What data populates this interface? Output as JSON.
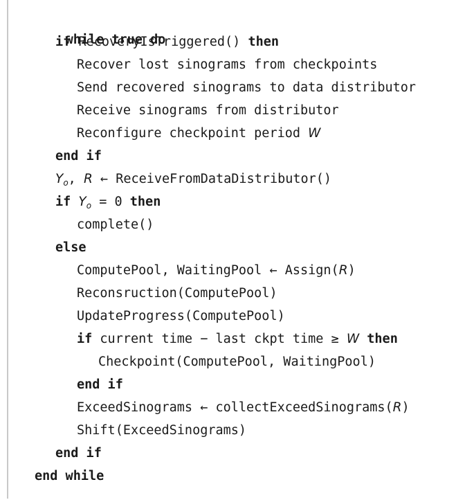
{
  "algorithm": {
    "l1": {
      "kw1": "while true do"
    },
    "l2": {
      "kw1": "if",
      "text": " RecoveryIsTriggered() ",
      "kw2": "then"
    },
    "l3": {
      "text": "Recover lost sinograms from checkpoints"
    },
    "l4": {
      "text": "Send recovered sinograms to data distributor"
    },
    "l5": {
      "text": "Receive sinograms from distributor"
    },
    "l6": {
      "text": "Reconfigure checkpoint period ",
      "var": "W"
    },
    "l7": {
      "kw1": "end if"
    },
    "l8": {
      "var1": "Y",
      "sub": "o",
      "sep": ", ",
      "var2": "R",
      "text": " ← ReceiveFromDataDistributor()"
    },
    "l9": {
      "kw1": "if",
      "pre": " ",
      "var": "Y",
      "sub": "o",
      "text": " = 0 ",
      "kw2": "then"
    },
    "l10": {
      "text": "complete()"
    },
    "l11": {
      "kw1": "else"
    },
    "l12": {
      "text": "ComputePool, WaitingPool ← Assign(",
      "var": "R",
      "close": ")"
    },
    "l13": {
      "text": "Reconsruction(ComputePool)"
    },
    "l14": {
      "text": "UpdateProgress(ComputePool)"
    },
    "l15": {
      "kw1": "if",
      "text": " current time − last ckpt time ≥ ",
      "var": "W",
      "kw2": " then"
    },
    "l16": {
      "text": "Checkpoint(ComputePool, WaitingPool)"
    },
    "l17": {
      "kw1": "end if"
    },
    "l18": {
      "text": "ExceedSinograms ← collectExceedSinograms(",
      "var": "R",
      "close": ")"
    },
    "l19": {
      "text": "Shift(ExceedSinograms)"
    },
    "l20": {
      "kw1": "end if"
    },
    "l21": {
      "kw1": "end while"
    }
  }
}
